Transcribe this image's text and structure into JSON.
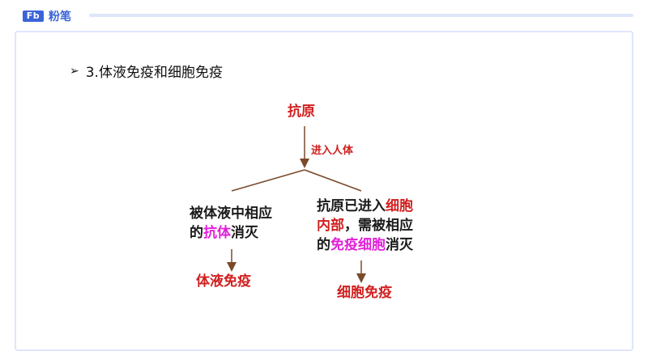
{
  "brand": {
    "logo_mark": "Fb",
    "name": "粉笔"
  },
  "heading": {
    "bullet_icon": "arrow-bullet-icon",
    "text": "3.体液免疫和细胞免疫"
  },
  "diagram": {
    "root": "抗原",
    "entry_label": "进入人体",
    "left_branch": {
      "line1": "被体液中相应",
      "line2_prefix": "的",
      "line2_highlight": "抗体",
      "line2_suffix": "消灭",
      "result": "体液免疫"
    },
    "right_branch": {
      "line1_prefix": "抗原已进入",
      "line1_highlight": "细胞",
      "line2_red": "内部",
      "line2_rest": "，需被相应",
      "line3_prefix": "的",
      "line3_highlight": "免疫细胞",
      "line3_suffix": "消灭",
      "result": "细胞免疫"
    },
    "colors": {
      "red": "#d11f1f",
      "pink": "#e020d9",
      "arrow": "#7a4a2a",
      "frame": "#dfe6fb",
      "brand": "#3b64d8"
    }
  }
}
